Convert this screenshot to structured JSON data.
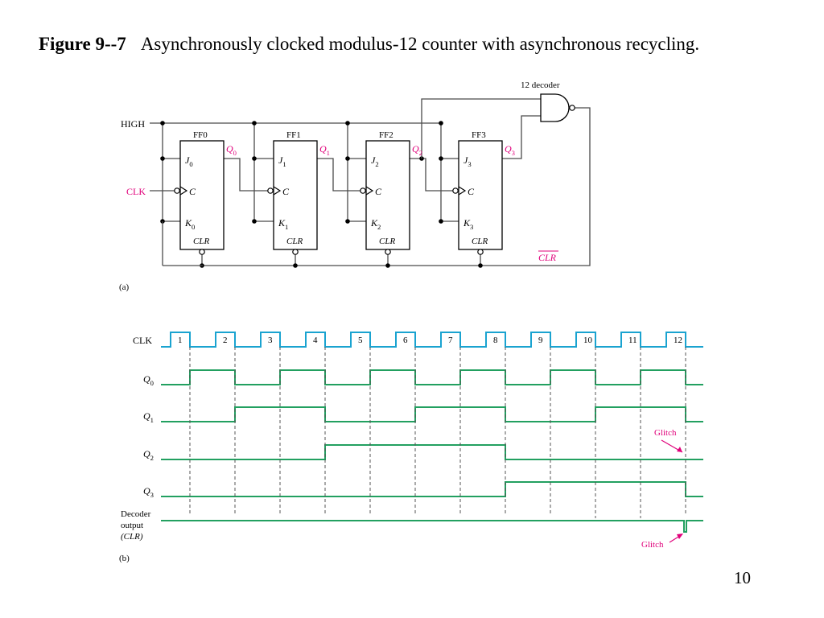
{
  "caption": {
    "figure_label": "Figure 9--7",
    "text": "Asynchronously clocked modulus-12 counter with asynchronous recycling."
  },
  "page_number": "10",
  "colors": {
    "clock": "#1aa3d0",
    "signal": "#22a060",
    "label_pink": "#e0007a",
    "wire": "#4a4a4a"
  },
  "schematic": {
    "part_label": "(a)",
    "high_label": "HIGH",
    "clk_label": "CLK",
    "decoder_label": "12 decoder",
    "clr_bar_label": "CLR",
    "flip_flops": [
      {
        "name": "FF0",
        "j": "J",
        "k": "K",
        "c": "C",
        "sub": "0",
        "clr": "CLR",
        "q": "Q",
        "q_sub": "0"
      },
      {
        "name": "FF1",
        "j": "J",
        "k": "K",
        "c": "C",
        "sub": "1",
        "clr": "CLR",
        "q": "Q",
        "q_sub": "1"
      },
      {
        "name": "FF2",
        "j": "J",
        "k": "K",
        "c": "C",
        "sub": "2",
        "clr": "CLR",
        "q": "Q",
        "q_sub": "2"
      },
      {
        "name": "FF3",
        "j": "J",
        "k": "K",
        "c": "C",
        "sub": "3",
        "clr": "CLR",
        "q": "Q",
        "q_sub": "3"
      }
    ]
  },
  "timing": {
    "part_label": "(b)",
    "clk_label": "CLK",
    "pulse_numbers": [
      "1",
      "2",
      "3",
      "4",
      "5",
      "6",
      "7",
      "8",
      "9",
      "10",
      "11",
      "12"
    ],
    "signals": [
      {
        "name": "Q",
        "sub": "0",
        "levels": [
          0,
          1,
          0,
          1,
          0,
          1,
          0,
          1,
          0,
          1,
          0,
          1,
          0
        ]
      },
      {
        "name": "Q",
        "sub": "1",
        "levels": [
          0,
          0,
          1,
          1,
          0,
          0,
          1,
          1,
          0,
          0,
          1,
          1,
          0
        ]
      },
      {
        "name": "Q",
        "sub": "2",
        "levels": [
          0,
          0,
          0,
          0,
          1,
          1,
          1,
          1,
          0,
          0,
          0,
          0,
          0
        ]
      },
      {
        "name": "Q",
        "sub": "3",
        "levels": [
          0,
          0,
          0,
          0,
          0,
          0,
          0,
          0,
          1,
          1,
          1,
          1,
          0
        ]
      }
    ],
    "decoder_output_label": [
      "Decoder",
      "output",
      "(CLR)"
    ],
    "glitch_label": "Glitch"
  }
}
